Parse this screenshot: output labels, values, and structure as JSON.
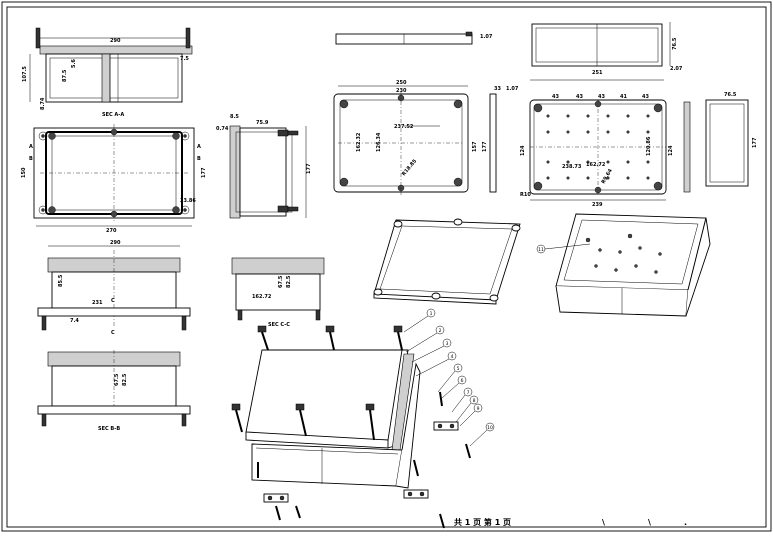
{
  "drawing": {
    "footer": {
      "sheet_text": "共 1 页   第 1 页",
      "mark_1": "\\",
      "mark_2": "\\",
      "mark_3": "."
    },
    "sections": {
      "sec_aa": "SEC A-A",
      "sec_bb": "SEC B-B",
      "sec_cc": "SEC C-C"
    },
    "view_markers": {
      "a_left": "A",
      "a_right": "A",
      "b_left": "B",
      "b_right": "B",
      "c_top": "C",
      "c_bottom": "C"
    },
    "top_left_view": {
      "width_top": "290",
      "height_left": "107.5",
      "depth_inner": "87.5",
      "small_1": "5.6",
      "small_2": "8.74",
      "small_3": "7.5"
    },
    "front_plan_view": {
      "height_left": "150",
      "height_right": "177",
      "width_bottom": "270",
      "corner": "23.86"
    },
    "side_view": {
      "top_dims": "0.74",
      "top_dim2": "75.9",
      "top_dim3": "8.5",
      "height_right": "177"
    },
    "section_b_view": {
      "width_top": "290",
      "width_inner": "231",
      "depth": "85.5",
      "small": "7.4"
    },
    "section_c_view": {
      "width": "162.72",
      "depth_1": "67.5",
      "depth_2": "82.5"
    },
    "section_bb_view": {
      "depth_1": "67.5",
      "depth_2": "82.5"
    },
    "lid_view": {
      "w_outer": "250",
      "w_inner": "230",
      "w_mid": "237.52",
      "h_left_1": "162.32",
      "h_left_2": "126.34",
      "h_right_1": "157",
      "h_right_2": "177",
      "diag": "R18.85",
      "slim_side": "33",
      "slim_side_2": "1.07"
    },
    "lid_edge_view": {
      "thickness": "1.07"
    },
    "top_right_view": {
      "height": "76.5",
      "thickness": "2.07"
    },
    "base_view": {
      "width_outer": "251",
      "dims_row": [
        "43",
        "43",
        "43",
        "41",
        "43"
      ],
      "h_left": "124",
      "h_mid_1": "162.72",
      "h_mid_2": "120.86",
      "h_right": "124",
      "width_bottom": "238.73",
      "width_total": "239",
      "corner_left": "R10",
      "corner_r": "R9.64"
    },
    "right_side_view": {
      "width": "76.5",
      "height": "177"
    },
    "exploded_view": {
      "balloons": [
        "1",
        "2",
        "3",
        "4",
        "5",
        "6",
        "7",
        "8",
        "9",
        "10"
      ]
    },
    "iso_base": {
      "balloon": "11"
    }
  }
}
